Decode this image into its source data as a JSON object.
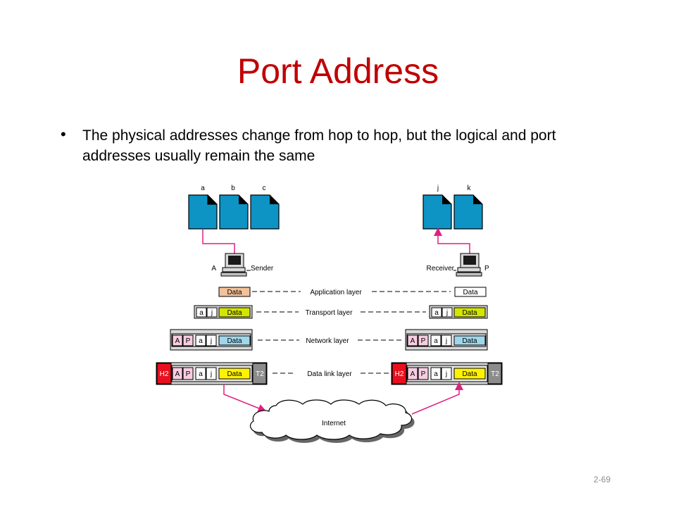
{
  "title": "Port Address",
  "bullet": "The physical addresses change from hop to hop, but the logical and port addresses usually remain the same",
  "footer": "2-69",
  "diagram": {
    "sender_files": [
      "a",
      "b",
      "c"
    ],
    "receiver_files": [
      "j",
      "k"
    ],
    "sender_host": "A",
    "sender_label": "Sender",
    "receiver_label": "Receiver",
    "receiver_host": "P",
    "layers": {
      "application": "Application layer",
      "transport": "Transport layer",
      "network": "Network layer",
      "datalink": "Data link layer"
    },
    "fields": {
      "data": "Data",
      "src_port": "a",
      "dst_port": "j",
      "src_logical": "A",
      "dst_logical": "P",
      "header": "H2",
      "trailer": "T2"
    },
    "internet": "Internet",
    "colors": {
      "file": "#0d93c4",
      "link": "#e0207f",
      "app_data_sender": "#f2c29a",
      "transport_data": "#d3e600",
      "network_data": "#9fd6ea",
      "datalink_data": "#fff200",
      "logical_addr": "#f7cde0",
      "header": "#e8101f",
      "trailer": "#8c8c8c"
    }
  }
}
